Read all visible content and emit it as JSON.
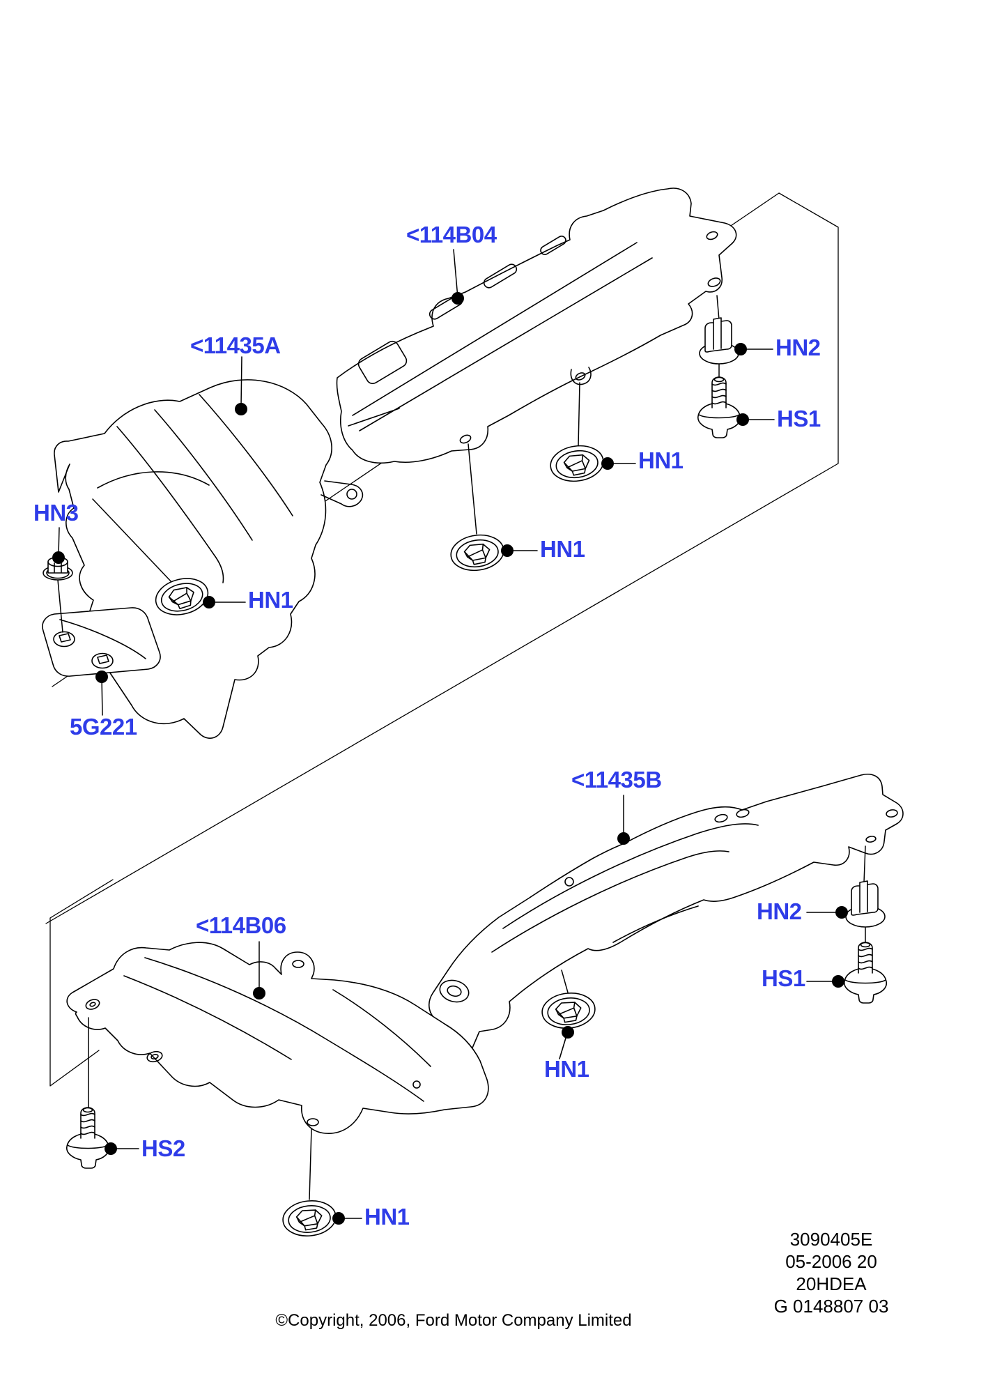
{
  "diagram": {
    "callouts": {
      "shield_114b04": "<114B04",
      "shield_11435a": "<11435A",
      "shield_11435b": "<11435B",
      "shield_114b06": "<114B06",
      "bracket_5g221": "5G221",
      "nut_hn1": "HN1",
      "clip_hn2": "HN2",
      "nut_hn3": "HN3",
      "stud_hs1": "HS1",
      "stud_hs2": "HS2"
    },
    "info_block": {
      "line1": "3090405E",
      "line2": "05-2006 20",
      "line3": "20HDEA",
      "line4": "G 0148807 03"
    },
    "copyright": "©Copyright, 2006, Ford Motor Company Limited",
    "colors": {
      "callout": "#2E3CE8",
      "line": "#000000",
      "background": "#FFFFFF"
    }
  }
}
